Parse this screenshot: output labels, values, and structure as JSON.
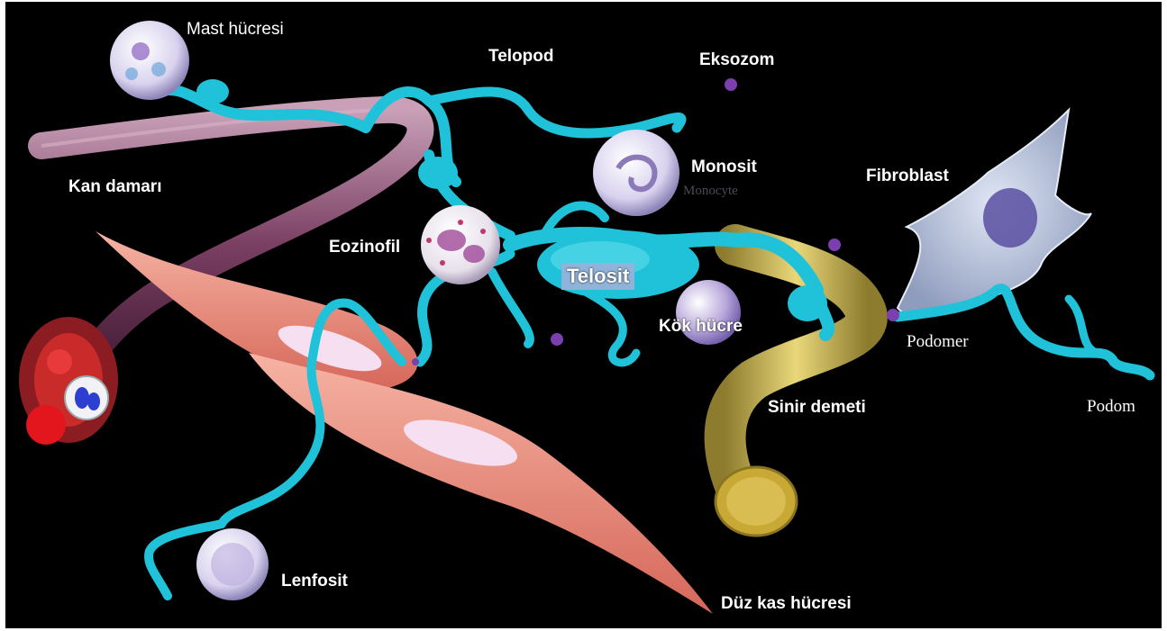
{
  "labels": {
    "mast": "Mast hücresi",
    "telopod": "Telopod",
    "eksozom": "Eksozom",
    "monosit": "Monosit",
    "monocyte": "Monocyte",
    "fibroblast": "Fibroblast",
    "kan_damari": "Kan damarı",
    "eozinofil": "Eozinofil",
    "telosit": "Telosit",
    "kok_hucre": "Kök hücre",
    "podomer": "Podomer",
    "podom": "Podom",
    "sinir_demeti": "Sinir demeti",
    "lenfosit": "Lenfosit",
    "duz_kas": "Düz kas hücresi"
  },
  "colors": {
    "background": "#000000",
    "telocyte": "#1fc2d8",
    "vessel": "#7a3f63",
    "muscle": "#e98a78",
    "nerve": "#d9c25a",
    "fibroblast": "#b8c4dc",
    "exosome": "#7b3fb0"
  }
}
